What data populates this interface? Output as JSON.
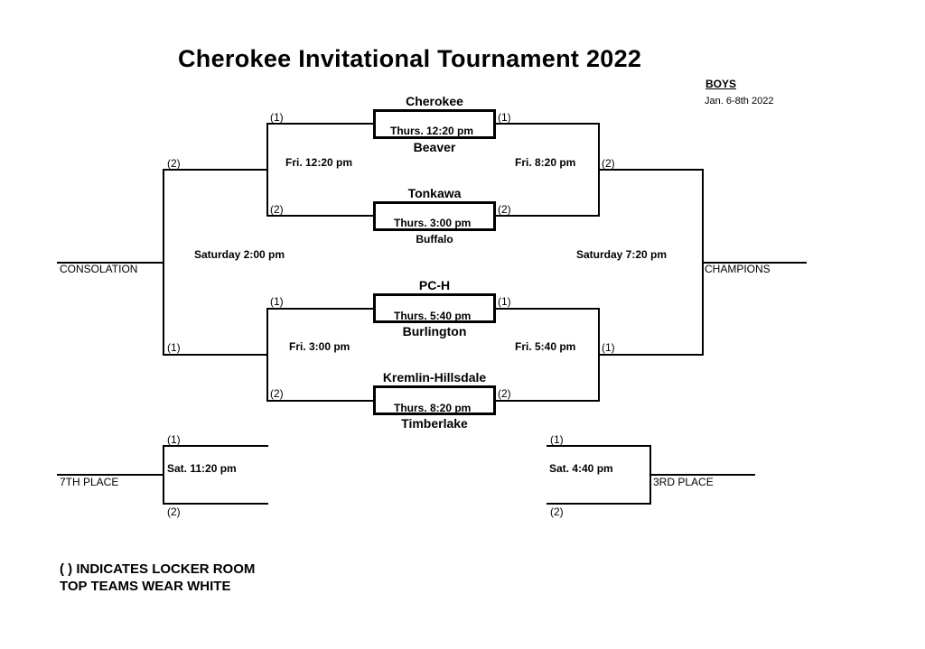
{
  "title": "Cherokee Invitational Tournament 2022",
  "division": "BOYS",
  "dates": "Jan. 6-8th 2022",
  "notes": [
    "( ) INDICATES LOCKER ROOM",
    "TOP TEAMS WEAR WHITE"
  ],
  "locker": {
    "one": "(1)",
    "two": "(2)"
  },
  "first_round": [
    {
      "top": "Cherokee",
      "bottom": "Beaver",
      "time": "Thurs. 12:20 pm"
    },
    {
      "top": "Tonkawa",
      "bottom": "Buffalo",
      "time": "Thurs. 3:00 pm"
    },
    {
      "top": "PC-H",
      "bottom": "Burlington",
      "time": "Thurs. 5:40 pm"
    },
    {
      "top": "Kremlin-Hillsdale",
      "bottom": "Timberlake",
      "time": "Thurs. 8:20 pm"
    }
  ],
  "semifinals": {
    "consolation_top": "Fri. 12:20 pm",
    "consolation_bottom": "Fri. 3:00 pm",
    "winners_top": "Fri. 8:20 pm",
    "winners_bottom": "Fri. 5:40 pm"
  },
  "finals": {
    "consolation": {
      "time": "Saturday 2:00 pm",
      "label": "CONSOLATION"
    },
    "championship": {
      "time": "Saturday 7:20 pm",
      "label": "CHAMPIONS"
    }
  },
  "placement": {
    "seventh": {
      "time": "Sat. 11:20 pm",
      "label": "7TH PLACE"
    },
    "third": {
      "time": "Sat. 4:40 pm",
      "label": "3RD PLACE"
    }
  }
}
